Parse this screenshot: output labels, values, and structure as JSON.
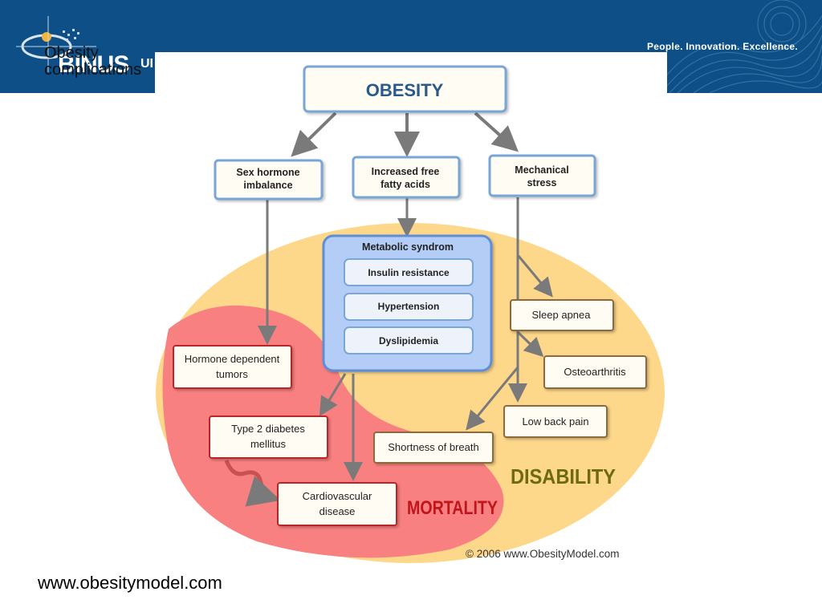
{
  "header": {
    "tagline": "People. Innovation. Excellence.",
    "logo_text": "BINUS",
    "logo_suffix": "UI",
    "colors": {
      "header_blue": "#0d4f86"
    }
  },
  "slide": {
    "title": "Obesity complications",
    "footer_url": "www.obesitymodel.com"
  },
  "diagram": {
    "top": {
      "label": "OBESITY"
    },
    "causes": [
      {
        "line1": "Sex hormone",
        "line2": "imbalance"
      },
      {
        "line1": "Increased free",
        "line2": "fatty acids"
      },
      {
        "line1": "Mechanical",
        "line2": "stress"
      }
    ],
    "metabolic": {
      "title": "Metabolic syndrom",
      "items": [
        "Insulin resistance",
        "Hypertension",
        "Dyslipidemia"
      ]
    },
    "mortality": {
      "hormone_tumors": {
        "line1": "Hormone dependent",
        "line2": "tumors"
      },
      "diabetes": {
        "line1": "Type 2 diabetes",
        "line2": "mellitus"
      },
      "cardio": {
        "line1": "Cardiovascular",
        "line2": "disease"
      },
      "label": "MORTALITY"
    },
    "disability": {
      "sleep_apnea": "Sleep apnea",
      "osteoarthritis": "Osteoarthritis",
      "back_pain": "Low back pain",
      "breath": "Shortness of breath",
      "label": "DISABILITY"
    },
    "copyright": "© 2006 www.ObesityModel.com",
    "colors": {
      "disability_zone": "#fdd78a",
      "mortality_zone": "#f98080",
      "metabolic_fill": "#b3cdf7",
      "box_border_blue": "#7aa6d6",
      "box_border_red": "#b8282a",
      "box_border_brown": "#8c6a3a",
      "arrow": "#7a7a7a",
      "mortality_text": "#c0151b",
      "disability_text": "#6e6a10",
      "obesity_text": "#2a5a8a"
    }
  }
}
